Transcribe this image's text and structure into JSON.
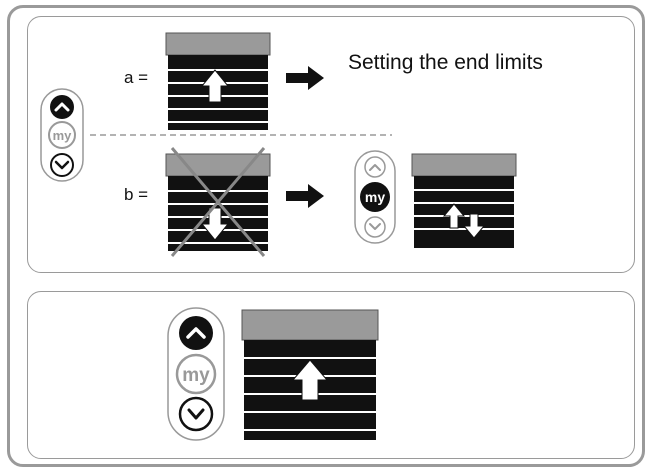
{
  "labels": {
    "a": "a =",
    "b": "b ="
  },
  "title": "Setting the end limits",
  "remote": {
    "my_label": "my"
  },
  "colors": {
    "blind": "#111111",
    "headrail": "#9a9a9a",
    "outline": "#9a9a9a"
  }
}
